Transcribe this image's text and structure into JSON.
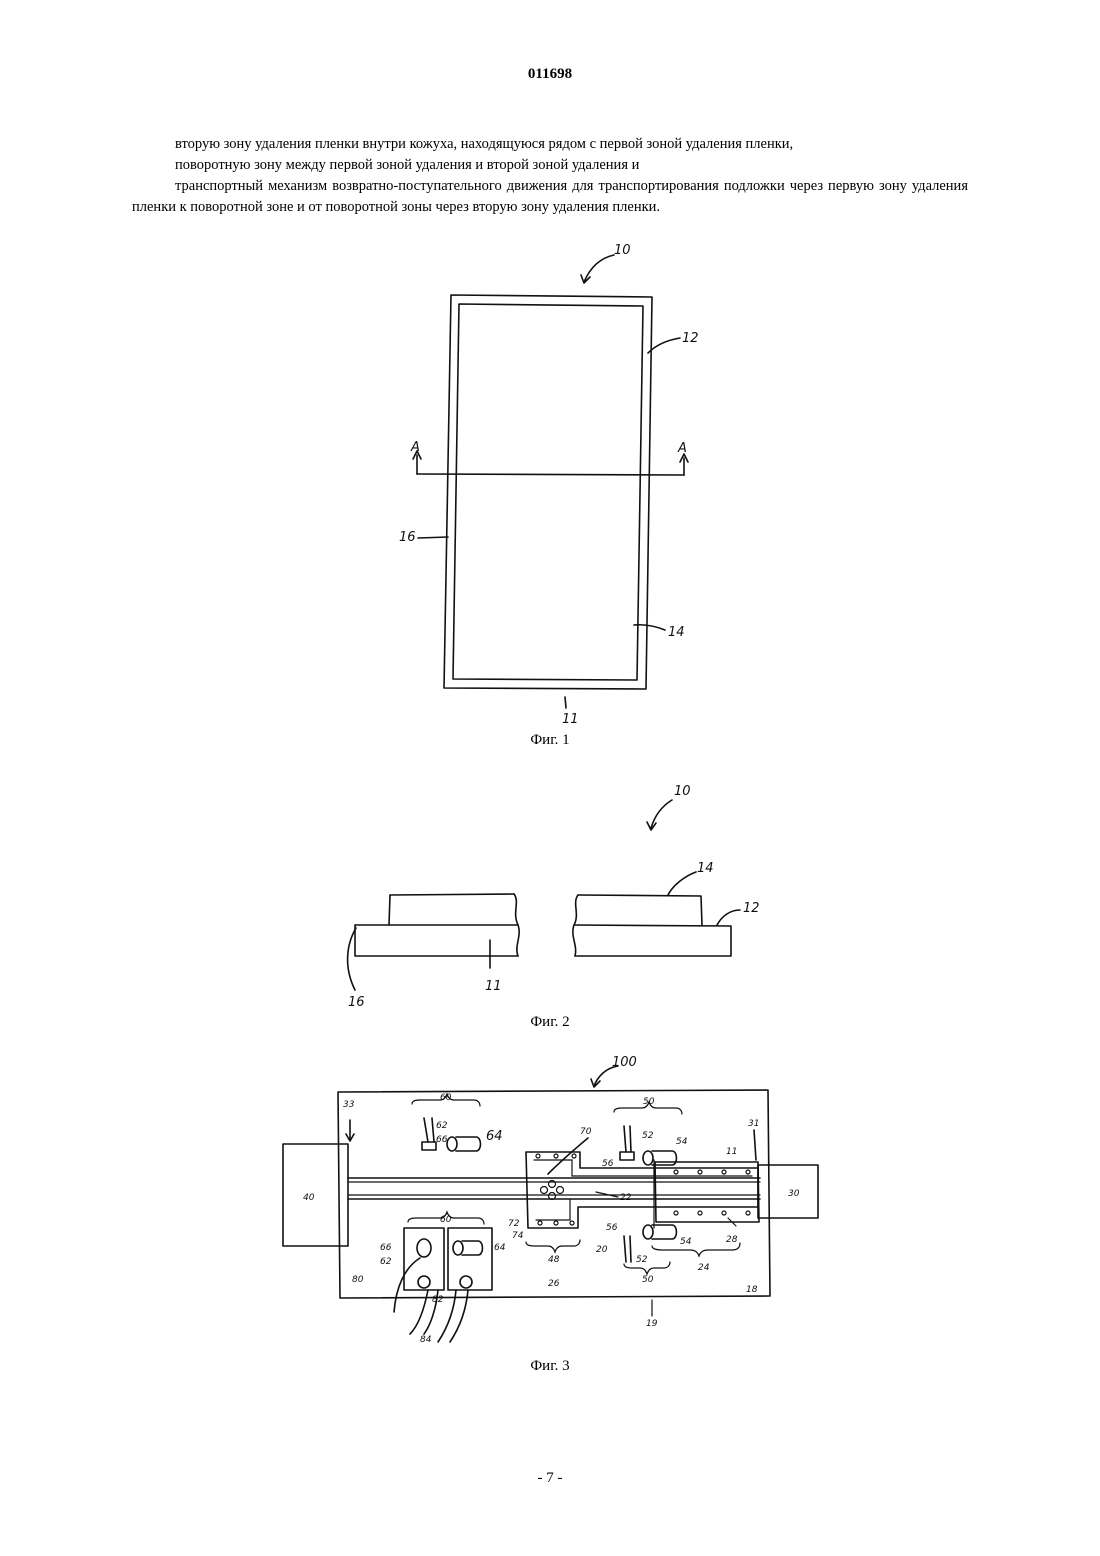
{
  "header": {
    "patent_number": "011698"
  },
  "text": {
    "p1": "вторую зону удаления пленки внутри кожуха, находящуюся рядом с первой зоной удаления пленки,",
    "p2": "поворотную зону между первой зоной удаления и второй зоной удаления и",
    "p3": "транспортный механизм возвратно-поступательного движения для транспортирования подложки через первую зону удаления пленки к поворотной зоне и от поворотной зоны через вторую зону удаления пленки."
  },
  "figures": {
    "fig1": {
      "caption": "Фиг. 1",
      "labels": {
        "ref10": "10",
        "ref12": "12",
        "ref16": "16",
        "ref14": "14",
        "ref11": "11",
        "sectionA_left": "A",
        "sectionA_right": "A"
      }
    },
    "fig2": {
      "caption": "Фиг. 2",
      "labels": {
        "ref10": "10",
        "ref14": "14",
        "ref12": "12",
        "ref16": "16",
        "ref11": "11"
      }
    },
    "fig3": {
      "caption": "Фиг. 3",
      "labels": {
        "ref100": "100",
        "ref33": "33",
        "ref60_top": "60",
        "ref62_top": "62",
        "ref66_top": "66",
        "ref64_top": "64",
        "ref70": "70",
        "ref50_top": "50",
        "ref52_top": "52",
        "ref56_top": "56",
        "ref54_top": "54",
        "ref11": "11",
        "ref31": "31",
        "ref40": "40",
        "ref30": "30",
        "ref22": "22",
        "ref72": "72",
        "ref74": "74",
        "ref28": "28",
        "ref60_bottom": "60",
        "ref66_bottom": "66",
        "ref62_bottom": "62",
        "ref64_bottom": "64",
        "ref80": "80",
        "ref48": "48",
        "ref26": "26",
        "ref20": "20",
        "ref56_bottom": "56",
        "ref52_bottom": "52",
        "ref50_bottom": "50",
        "ref54_bottom": "54",
        "ref24": "24",
        "ref18": "18",
        "ref82": "82",
        "ref84": "84",
        "ref19": "19"
      }
    }
  },
  "footer": {
    "page_label": "- 7 -"
  }
}
